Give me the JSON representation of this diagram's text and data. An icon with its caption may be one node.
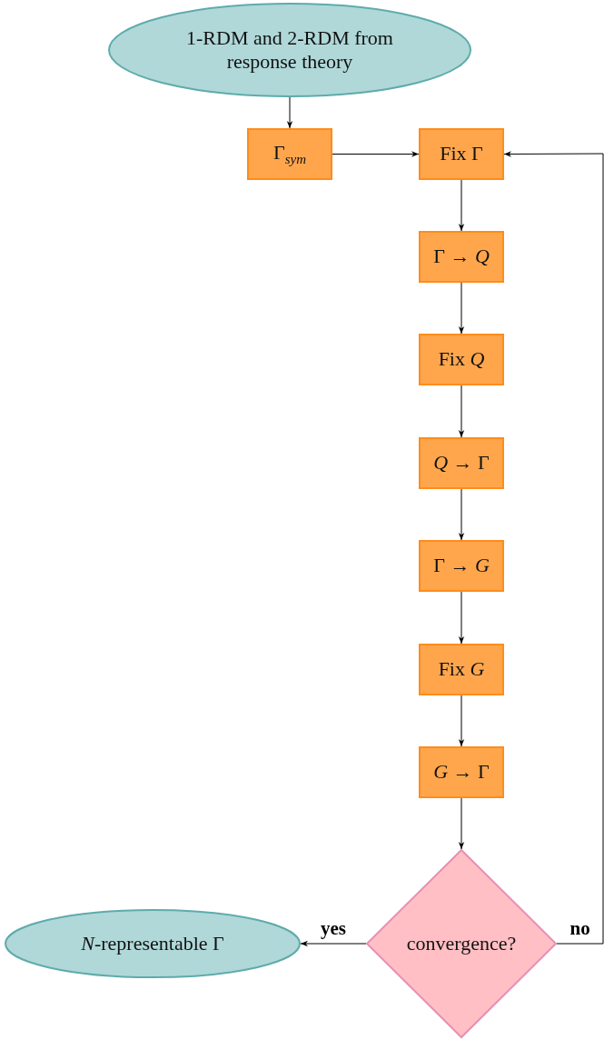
{
  "diagram": {
    "nodes": [
      {
        "text": [
          "1-RDM and 2-RDM from response theory"
        ]
      },
      {
        "text": [
          "Γ$_{sym}$"
        ]
      },
      {
        "text": [
          "Fix Γ"
        ]
      },
      {
        "text": [
          "Γ → *Q*"
        ]
      },
      {
        "text": [
          "Fix *Q*"
        ]
      },
      {
        "text": [
          "*Q* → Γ"
        ]
      },
      {
        "text": [
          "Γ → *G*"
        ]
      },
      {
        "text": [
          "Fix *G*"
        ]
      },
      {
        "text": [
          "*G* → Γ"
        ]
      },
      {
        "text": [
          "convergence?"
        ]
      },
      {
        "text": [
          "*N*-representable Γ"
        ]
      }
    ],
    "edges": [
      {
        "from": 0,
        "to": 1,
        "arrow": "to"
      },
      {
        "from": 1,
        "to": 2,
        "arrow": "to"
      },
      {
        "from": 2,
        "to": 3,
        "arrow": "to"
      },
      {
        "from": 3,
        "to": 4,
        "arrow": "to"
      },
      {
        "from": 4,
        "to": 5,
        "arrow": "to"
      },
      {
        "from": 5,
        "to": 6,
        "arrow": "to"
      },
      {
        "from": 6,
        "to": 7,
        "arrow": "to"
      },
      {
        "from": 7,
        "to": 8,
        "arrow": "to"
      },
      {
        "from": 8,
        "to": 9,
        "arrow": "to"
      },
      {
        "from": 9,
        "to": 10,
        "arrow": "to",
        "label": "yes"
      },
      {
        "from": 9,
        "to": 2,
        "arrow": "to",
        "label": "no"
      }
    ]
  }
}
